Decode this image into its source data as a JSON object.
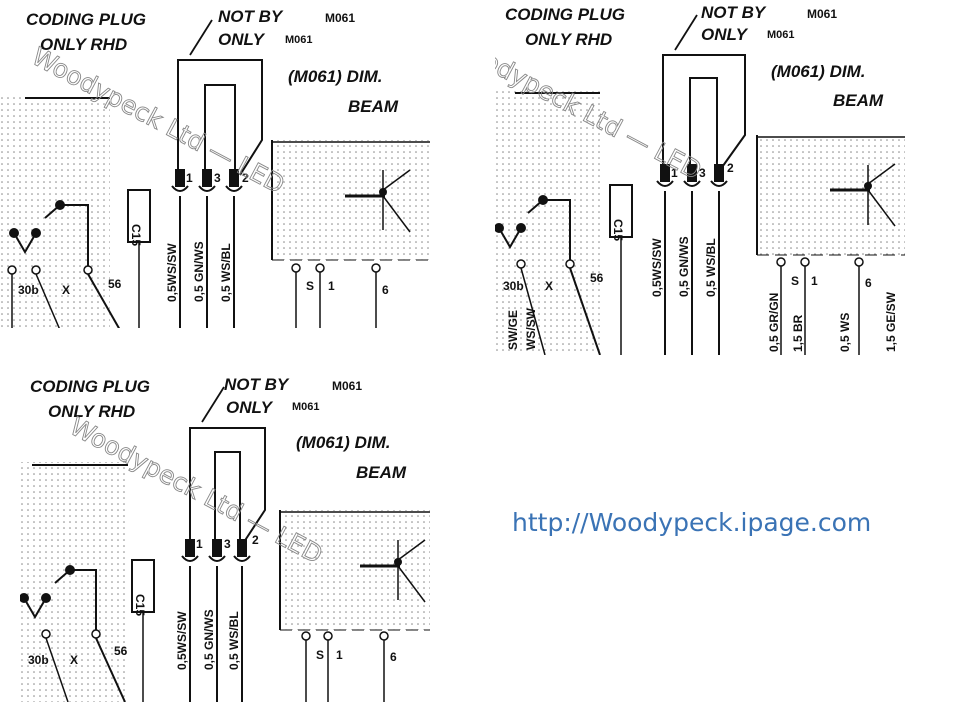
{
  "labels": {
    "coding_plug": "CODING PLUG",
    "only_rhd": "ONLY RHD",
    "not_by": "NOT BY",
    "only": "ONLY",
    "m061": "M061",
    "dim": "(M061) DIM.",
    "beam": "BEAM",
    "c15": "C15",
    "pin_1": "1",
    "pin_2": "2",
    "pin_3": "3",
    "pin_s": "S",
    "pin_6": "6",
    "pin_56": "56",
    "pin_30b": "30b",
    "pin_x": "X",
    "wire_ws_sw": "0,5WS/SW",
    "wire_gn_ws": "0,5 GN/WS",
    "wire_ws_bl": "0,5 WS/BL",
    "wire_gr_gn": "0,5 GR/GN",
    "wire_br": "1,5 BR",
    "wire_ws": "0,5 WS",
    "wire_ge_sw": "1,5 GE/SW",
    "wire_sw_ge": "SW/GE",
    "wire_ws_sw2": "WS/SW"
  },
  "watermark": "Woodypeck Ltd — LED",
  "url": "http://Woodypeck.ipage.com",
  "colors": {
    "link": "#3a73b5",
    "watermark": "#888888"
  }
}
